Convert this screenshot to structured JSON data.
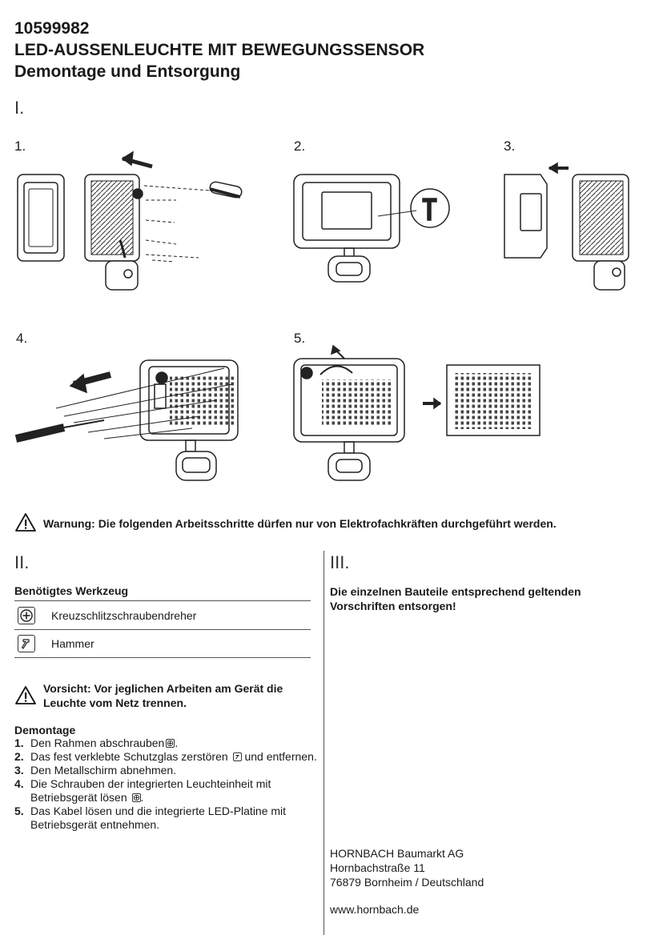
{
  "header": {
    "article_no": "10599982",
    "product": "LED-AUSSENLEUCHTE MIT BEWEGUNGSSENSOR",
    "subtitle": "Demontage und Entsorgung"
  },
  "sections": {
    "one": "I.",
    "two": "II.",
    "three": "III."
  },
  "figures": {
    "s1": "1.",
    "s2": "2.",
    "s3": "3.",
    "s4": "4.",
    "s5": "5."
  },
  "warning": "Warnung: Die folgenden Arbeitsschritte dürfen nur von Elektrofachkräften durchgeführt werden.",
  "tools": {
    "title": "Benötigtes Werkzeug",
    "items": [
      {
        "label": "Kreuzschlitzschraubendreher",
        "icon": "phillips-screwdriver-icon"
      },
      {
        "label": "Hammer",
        "icon": "hammer-icon"
      }
    ]
  },
  "caution": "Vorsicht: Vor jeglichen Arbeiten am Gerät die Leuchte vom Netz trennen.",
  "demontage": {
    "title": "Demontage",
    "steps": [
      {
        "n": "1.",
        "text": "Den Rahmen abschrauben",
        "icon": "phillips-icon",
        "after": "."
      },
      {
        "n": "2.",
        "text": "Das fest verklebte Schutzglas zerstören",
        "icon": "hammer-icon",
        "after": " und entfernen."
      },
      {
        "n": "3.",
        "text": "Den Metallschirm abnehmen."
      },
      {
        "n": "4.",
        "text": "Die Schrauben der integrierten Leuchteinheit mit Betriebsgerät lösen",
        "icon": "phillips-icon",
        "after": "."
      },
      {
        "n": "5.",
        "text": "Das Kabel lösen und die integrierte LED-Platine mit Betriebsgerät entnehmen."
      }
    ]
  },
  "disposal": "Die einzelnen Bauteile entsprechend geltenden Vorschriften entsorgen!",
  "address": {
    "company": "HORNBACH Baumarkt AG",
    "street": "Hornbachstraße 11",
    "city": "76879 Bornheim / Deutschland",
    "web": "www.hornbach.de"
  }
}
